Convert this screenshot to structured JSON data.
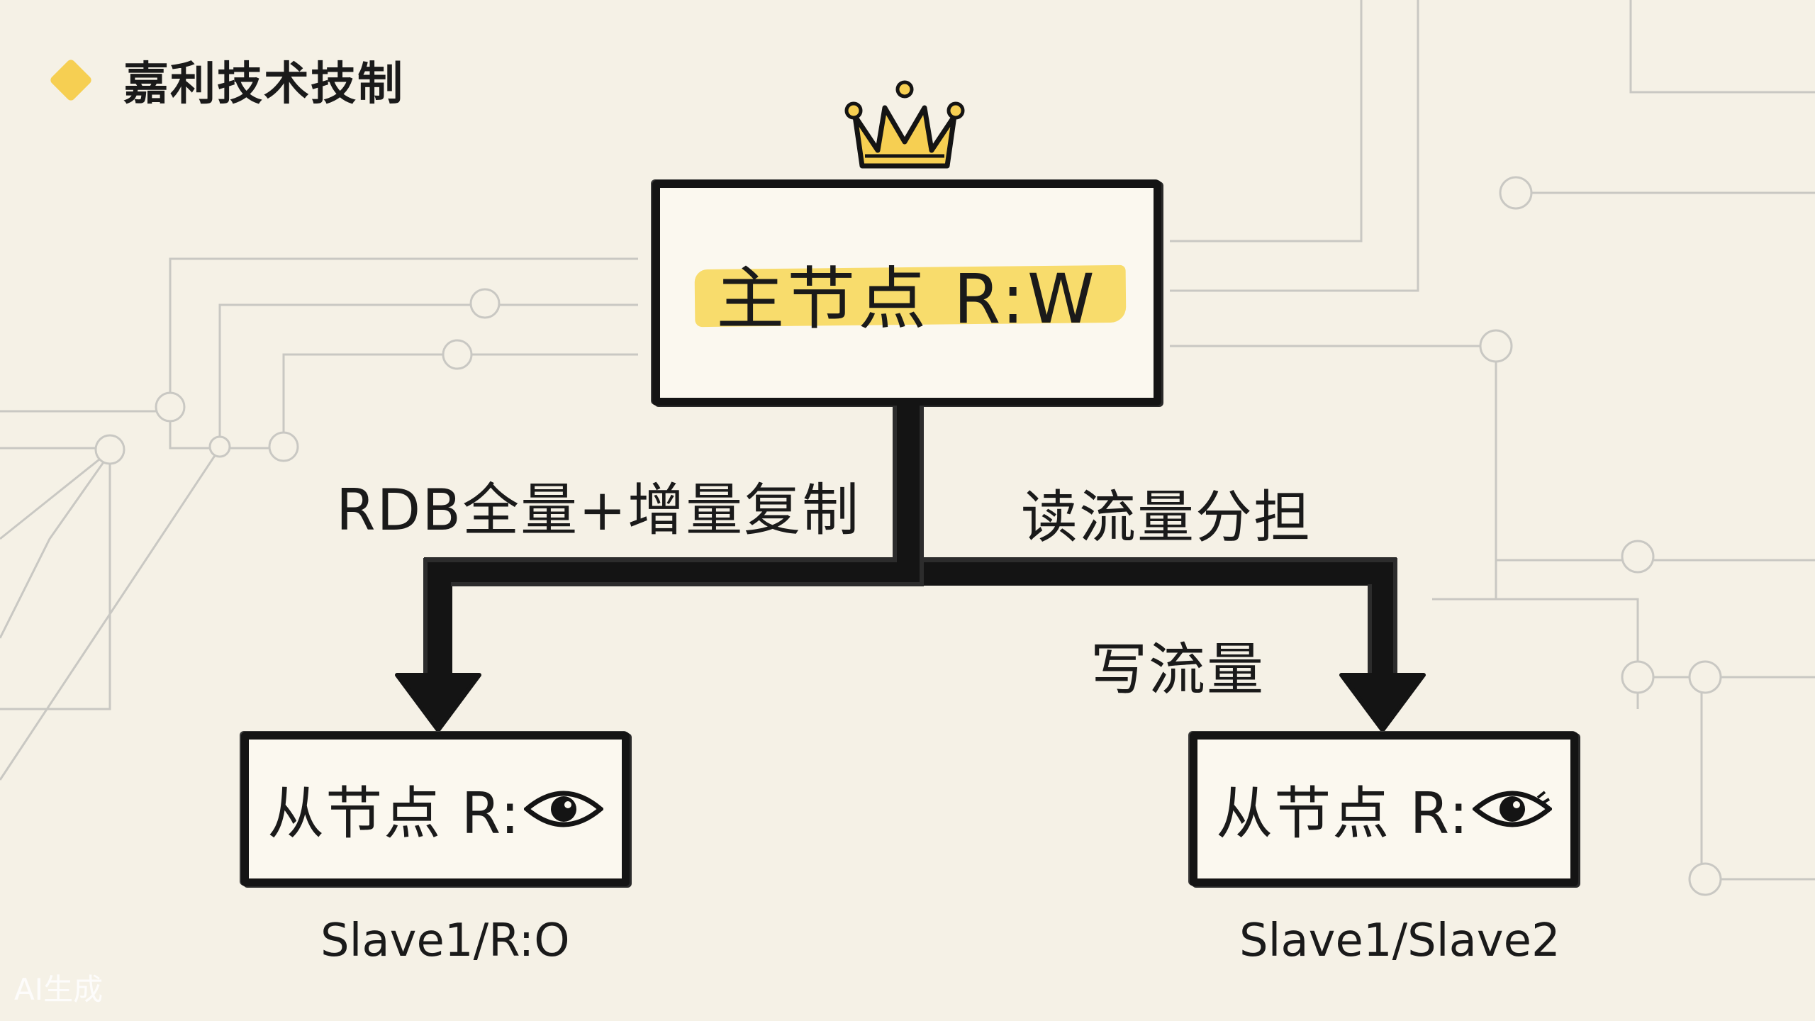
{
  "brand": {
    "title": "嘉利技术技制"
  },
  "master": {
    "label": "主节点 R:W"
  },
  "edges": {
    "replicate": "RDB全量+增量复制",
    "read": "读流量分担",
    "write": "写流量"
  },
  "slaves": [
    {
      "label": "从节点 R:",
      "icon": "eye-icon",
      "caption": "Slave1/R:O"
    },
    {
      "label": "从节点 R:",
      "icon": "eye-icon",
      "caption": "Slave1/Slave2"
    }
  ],
  "watermark": "AI生成",
  "colors": {
    "background": "#f5f1e6",
    "accent_yellow": "#f6cf52",
    "highlight": "#f8dc6c",
    "ink": "#141414",
    "circuit": "#c8c8c8"
  }
}
